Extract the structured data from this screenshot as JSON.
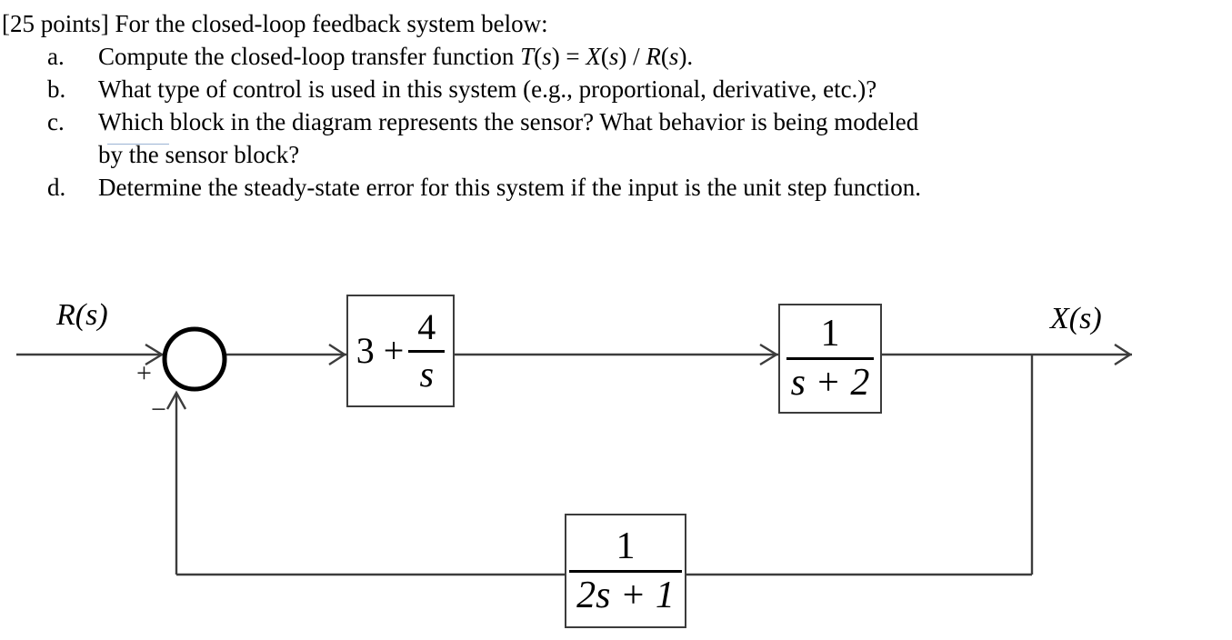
{
  "question": {
    "intro": "[25 points] For the closed-loop feedback system below:",
    "items": [
      {
        "marker": "a.",
        "lines": [
          "Compute the closed-loop transfer function T(s) = X(s) / R(s)."
        ]
      },
      {
        "marker": "b.",
        "lines": [
          "What type of control is used in this system (e.g., proportional, derivative, etc.)?"
        ]
      },
      {
        "marker": "c.",
        "lines": [
          "Which block in the diagram represents the sensor? What behavior is being modeled",
          "by the sensor block?"
        ]
      },
      {
        "marker": "d.",
        "lines": [
          "Determine the steady-state error for this system if the input is the unit step function."
        ]
      }
    ]
  },
  "diagram": {
    "input_label": "R(s)",
    "output_label": "X(s)",
    "summing_junction": {
      "name": "summing-junction",
      "plus_sign": "+",
      "minus_sign": "−"
    },
    "blocks": [
      {
        "id": "controller",
        "role": "controller",
        "lead": "3 +",
        "numerator": "4",
        "denominator": "s",
        "expression": "3 + 4/s"
      },
      {
        "id": "plant",
        "role": "plant",
        "numerator": "1",
        "denominator": "s + 2",
        "expression": "1/(s + 2)"
      },
      {
        "id": "sensor",
        "role": "feedback-sensor",
        "numerator": "1",
        "denominator": "2s + 1",
        "expression": "1/(2s + 1)"
      }
    ],
    "colors": {
      "line": "#3c3c3c",
      "text": "#000000",
      "background": "#ffffff"
    }
  }
}
